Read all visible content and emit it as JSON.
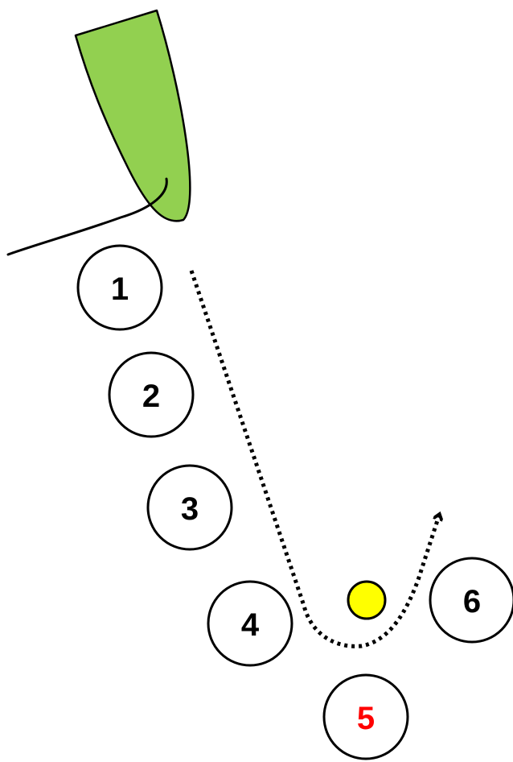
{
  "colors": {
    "leaf_fill": "#92d050",
    "outline": "#000000",
    "ball": "#ffff00",
    "default_label": "#000000",
    "highlight_label": "#ff0000"
  },
  "players": [
    {
      "label": "1",
      "color": "#000000"
    },
    {
      "label": "2",
      "color": "#000000"
    },
    {
      "label": "3",
      "color": "#000000"
    },
    {
      "label": "4",
      "color": "#000000"
    },
    {
      "label": "5",
      "color": "#ff0000"
    },
    {
      "label": "6",
      "color": "#000000"
    }
  ],
  "path": {
    "style": "dotted",
    "arrow": "end"
  }
}
